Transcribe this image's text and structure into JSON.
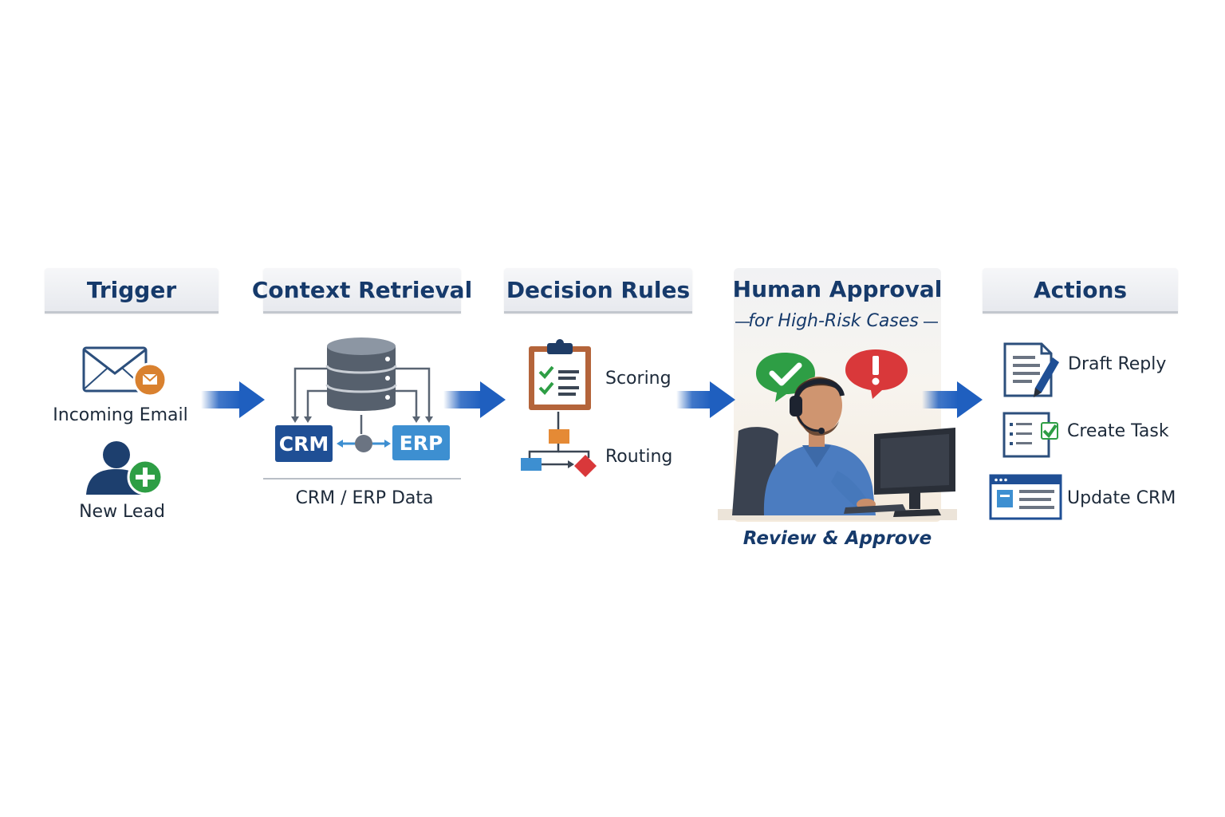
{
  "steps": {
    "trigger": {
      "title": "Trigger",
      "items": [
        "Incoming Email",
        "New Lead"
      ]
    },
    "context": {
      "title": "Context Retrieval",
      "badges": [
        "CRM",
        "ERP"
      ],
      "caption": "CRM / ERP Data"
    },
    "decision": {
      "title": "Decision Rules",
      "items": [
        "Scoring",
        "Routing"
      ]
    },
    "human": {
      "title": "Human Approval",
      "subtitle": "for High-Risk Cases",
      "caption": "Review & Approve"
    },
    "actions": {
      "title": "Actions",
      "items": [
        "Draft Reply",
        "Create Task",
        "Update CRM"
      ]
    }
  },
  "icons": {
    "trigger": [
      "envelope-icon",
      "user-add-icon"
    ],
    "context": [
      "database-icon"
    ],
    "decision": [
      "clipboard-checklist-icon",
      "flowchart-icon"
    ],
    "human": [
      "approve-check-bubble-icon",
      "alert-bubble-icon",
      "operator-at-computer-illustration"
    ],
    "actions": [
      "document-pen-icon",
      "task-checklist-icon",
      "crm-window-icon"
    ]
  },
  "colors": {
    "header_text": "#163a6b",
    "arrow": "#1f5fbf",
    "crm_badge": "#1f4f95",
    "erp_badge": "#3d8fd1",
    "approve": "#2e9e45",
    "alert": "#d9383a",
    "accent_orange": "#d9812f"
  }
}
